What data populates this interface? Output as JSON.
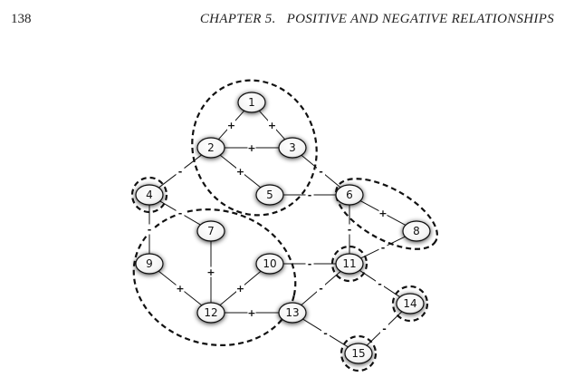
{
  "header": {
    "page_number": "138",
    "chapter": "CHAPTER 5.",
    "title": "POSITIVE AND NEGATIVE RELATIONSHIPS"
  },
  "figure": {
    "nodes": [
      "1",
      "2",
      "3",
      "4",
      "5",
      "6",
      "7",
      "8",
      "9",
      "10",
      "11",
      "12",
      "13",
      "14",
      "15"
    ],
    "edges": [
      {
        "a": "1",
        "b": "2",
        "sign": "+"
      },
      {
        "a": "1",
        "b": "3",
        "sign": "+"
      },
      {
        "a": "2",
        "b": "3",
        "sign": "+"
      },
      {
        "a": "2",
        "b": "5",
        "sign": "+"
      },
      {
        "a": "2",
        "b": "4",
        "sign": "-"
      },
      {
        "a": "3",
        "b": "6",
        "sign": "-"
      },
      {
        "a": "5",
        "b": "6",
        "sign": "-"
      },
      {
        "a": "6",
        "b": "8",
        "sign": "+"
      },
      {
        "a": "6",
        "b": "11",
        "sign": "-"
      },
      {
        "a": "8",
        "b": "11",
        "sign": "-"
      },
      {
        "a": "4",
        "b": "7",
        "sign": "-"
      },
      {
        "a": "4",
        "b": "9",
        "sign": "-"
      },
      {
        "a": "9",
        "b": "12",
        "sign": "+"
      },
      {
        "a": "7",
        "b": "12",
        "sign": "+"
      },
      {
        "a": "10",
        "b": "12",
        "sign": "+"
      },
      {
        "a": "12",
        "b": "13",
        "sign": "+"
      },
      {
        "a": "10",
        "b": "11",
        "sign": "-"
      },
      {
        "a": "11",
        "b": "13",
        "sign": "-"
      },
      {
        "a": "11",
        "b": "14",
        "sign": "-"
      },
      {
        "a": "13",
        "b": "15",
        "sign": "-"
      },
      {
        "a": "14",
        "b": "15",
        "sign": "-"
      }
    ]
  }
}
